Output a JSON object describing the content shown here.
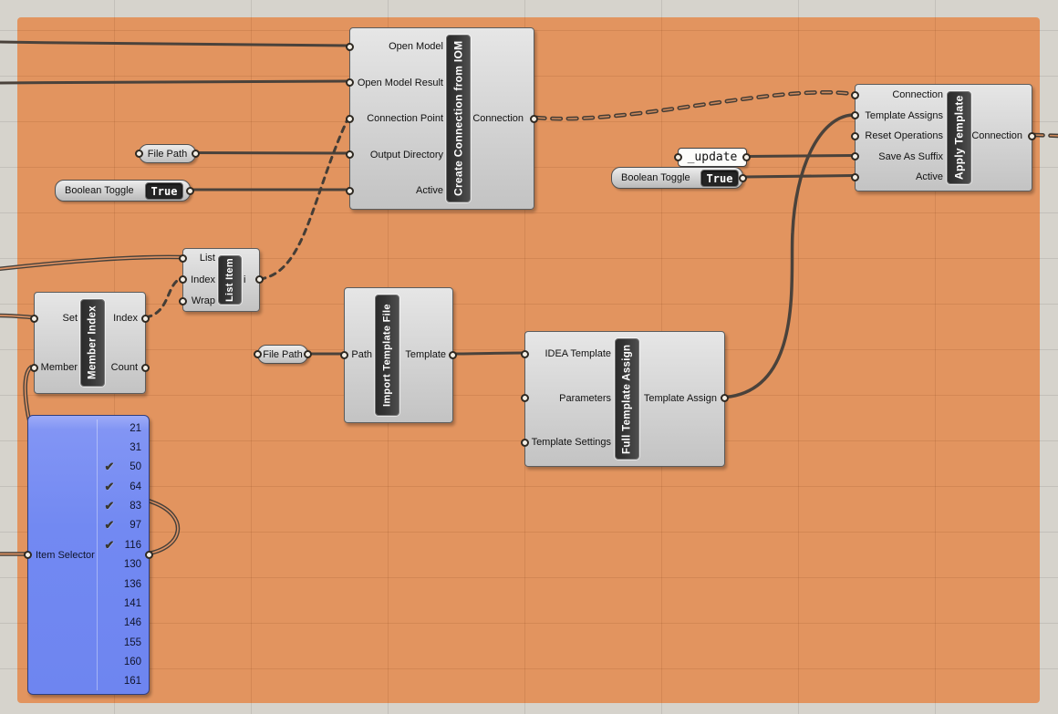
{
  "components": {
    "create_iom": {
      "name": "Create Connection from IOM",
      "inputs": [
        "Open Model",
        "Open Model Result",
        "Connection Point",
        "Output Directory",
        "Active"
      ],
      "outputs": [
        "Connection"
      ]
    },
    "list_item": {
      "name": "List Item",
      "inputs": [
        "List",
        "Index",
        "Wrap"
      ],
      "outputs": [
        "i"
      ]
    },
    "member_index": {
      "name": "Member Index",
      "inputs": [
        "Set",
        "Member"
      ],
      "outputs": [
        "Index",
        "Count"
      ]
    },
    "import_template": {
      "name": "Import Template File",
      "inputs": [
        "Path"
      ],
      "outputs": [
        "Template"
      ]
    },
    "full_template": {
      "name": "Full Template Assign",
      "inputs": [
        "IDEA Template",
        "Parameters",
        "Template Settings"
      ],
      "outputs": [
        "Template Assign"
      ]
    },
    "apply_template": {
      "name": "Apply Template",
      "inputs": [
        "Connection",
        "Template Assigns",
        "Reset Operations",
        "Save As Suffix",
        "Active"
      ],
      "outputs": [
        "Connection"
      ]
    }
  },
  "pills": {
    "file_path_1": "File Path",
    "file_path_2": "File Path"
  },
  "toggles": {
    "toggle_1": {
      "label": "Boolean Toggle",
      "value": "True"
    },
    "toggle_2": {
      "label": "Boolean Toggle",
      "value": "True"
    }
  },
  "panels": {
    "update": {
      "value": "_update"
    }
  },
  "item_selector": {
    "label": "Item Selector",
    "values": [
      {
        "value": "21",
        "check": ""
      },
      {
        "value": "31",
        "check": ""
      },
      {
        "value": "50",
        "check": "✔"
      },
      {
        "value": "64",
        "check": "✔"
      },
      {
        "value": "83",
        "check": "✔"
      },
      {
        "value": "97",
        "check": "✔"
      },
      {
        "value": "116",
        "check": "✔"
      },
      {
        "value": "130",
        "check": ""
      },
      {
        "value": "136",
        "check": ""
      },
      {
        "value": "141",
        "check": ""
      },
      {
        "value": "146",
        "check": ""
      },
      {
        "value": "155",
        "check": ""
      },
      {
        "value": "160",
        "check": ""
      },
      {
        "value": "161",
        "check": ""
      }
    ]
  },
  "colors": {
    "group_orange": "#e2945f",
    "canvas_gray": "#d6d3cc",
    "selector_blue": "#7289f2",
    "wire": "#4a423b"
  }
}
